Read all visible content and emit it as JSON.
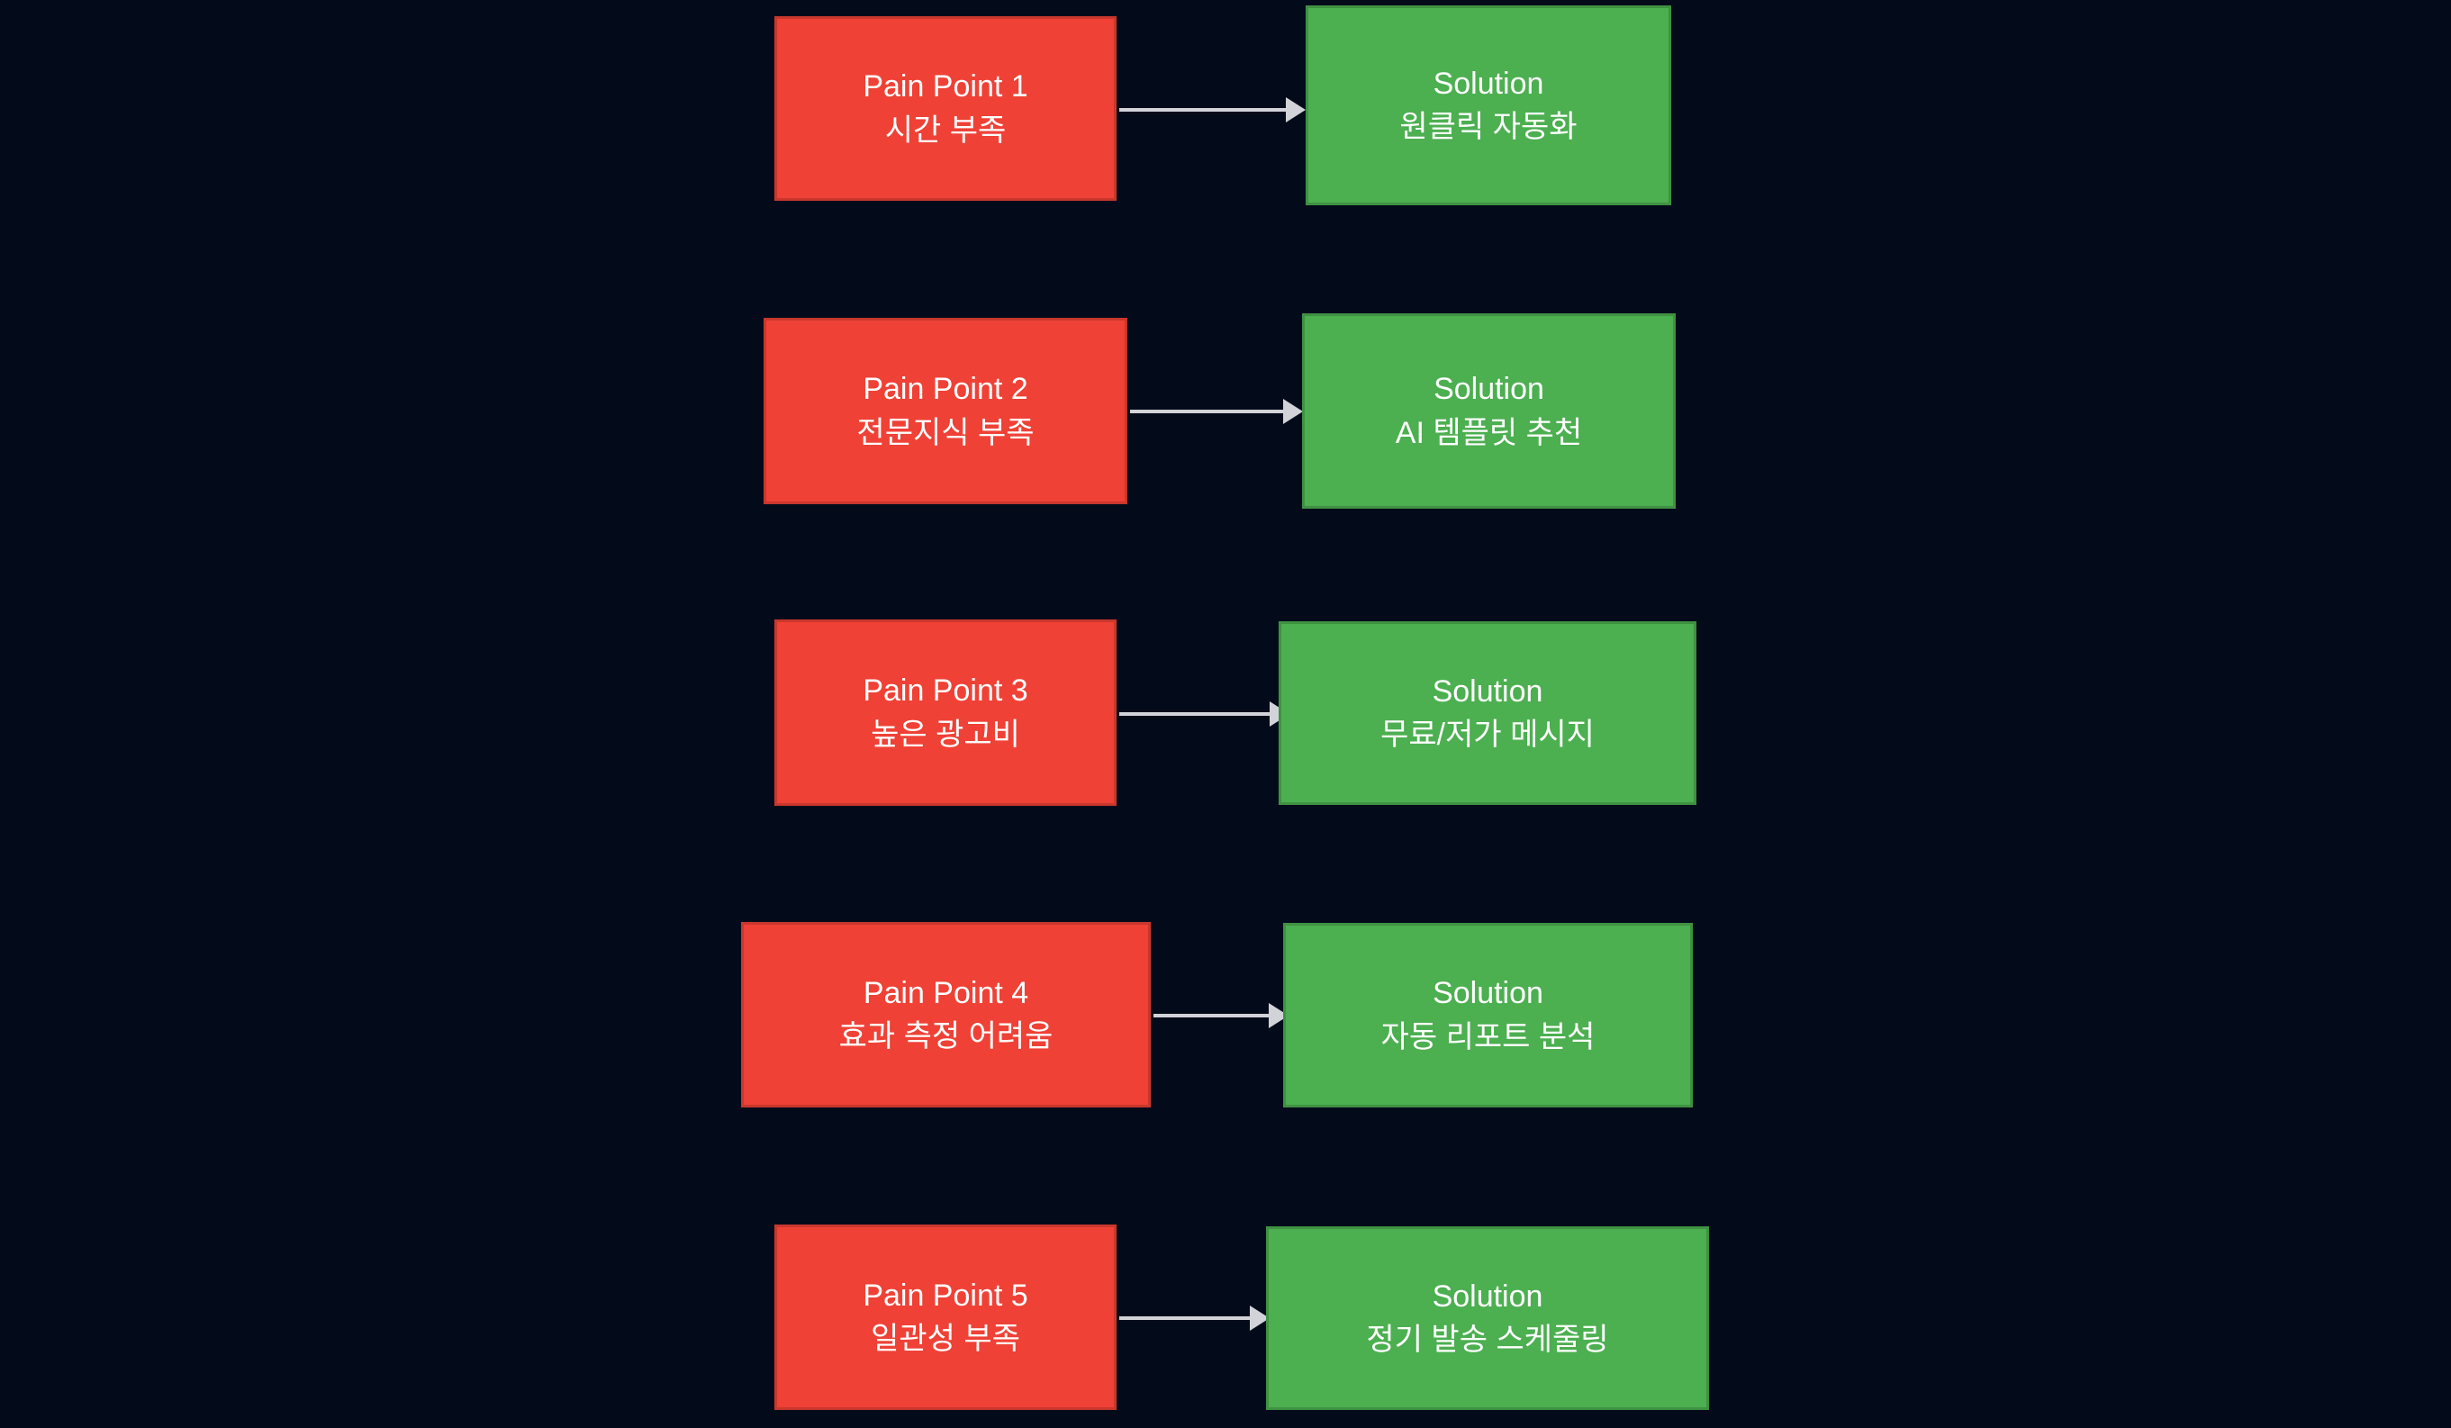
{
  "diagram": {
    "type": "flowchart",
    "direction": "left-to-right",
    "background_color": "#030b1a",
    "pain_color": "#ef4136",
    "pain_border_color": "#c9372c",
    "solution_color": "#4caf50",
    "solution_border_color": "#3f9142",
    "arrow_color": "#d2d3d8",
    "text_color": "#ffffff",
    "rows": [
      {
        "pain": {
          "line1": "Pain Point 1",
          "line2": "시간 부족"
        },
        "solution": {
          "line1": "Solution",
          "line2": "원클릭 자동화"
        }
      },
      {
        "pain": {
          "line1": "Pain Point 2",
          "line2": "전문지식 부족"
        },
        "solution": {
          "line1": "Solution",
          "line2": "AI 템플릿 추천"
        }
      },
      {
        "pain": {
          "line1": "Pain Point 3",
          "line2": "높은 광고비"
        },
        "solution": {
          "line1": "Solution",
          "line2": "무료/저가 메시지"
        }
      },
      {
        "pain": {
          "line1": "Pain Point 4",
          "line2": "효과 측정 어려움"
        },
        "solution": {
          "line1": "Solution",
          "line2": "자동 리포트 분석"
        }
      },
      {
        "pain": {
          "line1": "Pain Point 5",
          "line2": "일관성 부족"
        },
        "solution": {
          "line1": "Solution",
          "line2": "정기 발송 스케줄링"
        }
      }
    ]
  }
}
